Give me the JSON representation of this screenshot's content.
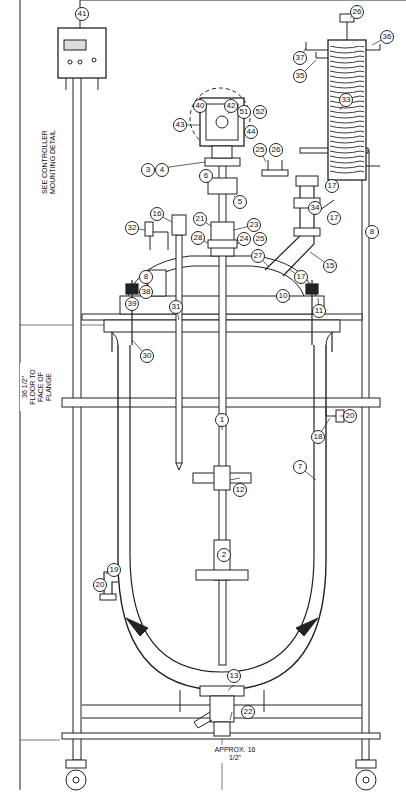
{
  "diagram": {
    "labels": [
      "26",
      "36",
      "37",
      "35",
      "33",
      "41",
      "40",
      "42",
      "51",
      "52",
      "43",
      "44",
      "25",
      "26",
      "3",
      "4",
      "6",
      "17",
      "5",
      "34",
      "16",
      "21",
      "17",
      "32",
      "23",
      "8",
      "28",
      "24",
      "25",
      "27",
      "15",
      "8",
      "17",
      "38",
      "39",
      "10",
      "31",
      "11",
      "30",
      "20",
      "1",
      "18",
      "7",
      "12",
      "2",
      "19",
      "20",
      "13",
      "22",
      "SEE CONTROLLER MOUNTING DETAIL",
      "36 1/2\" FLOOR TO FACE OF FLANGE",
      "APPROX. 16 1/2\""
    ]
  }
}
